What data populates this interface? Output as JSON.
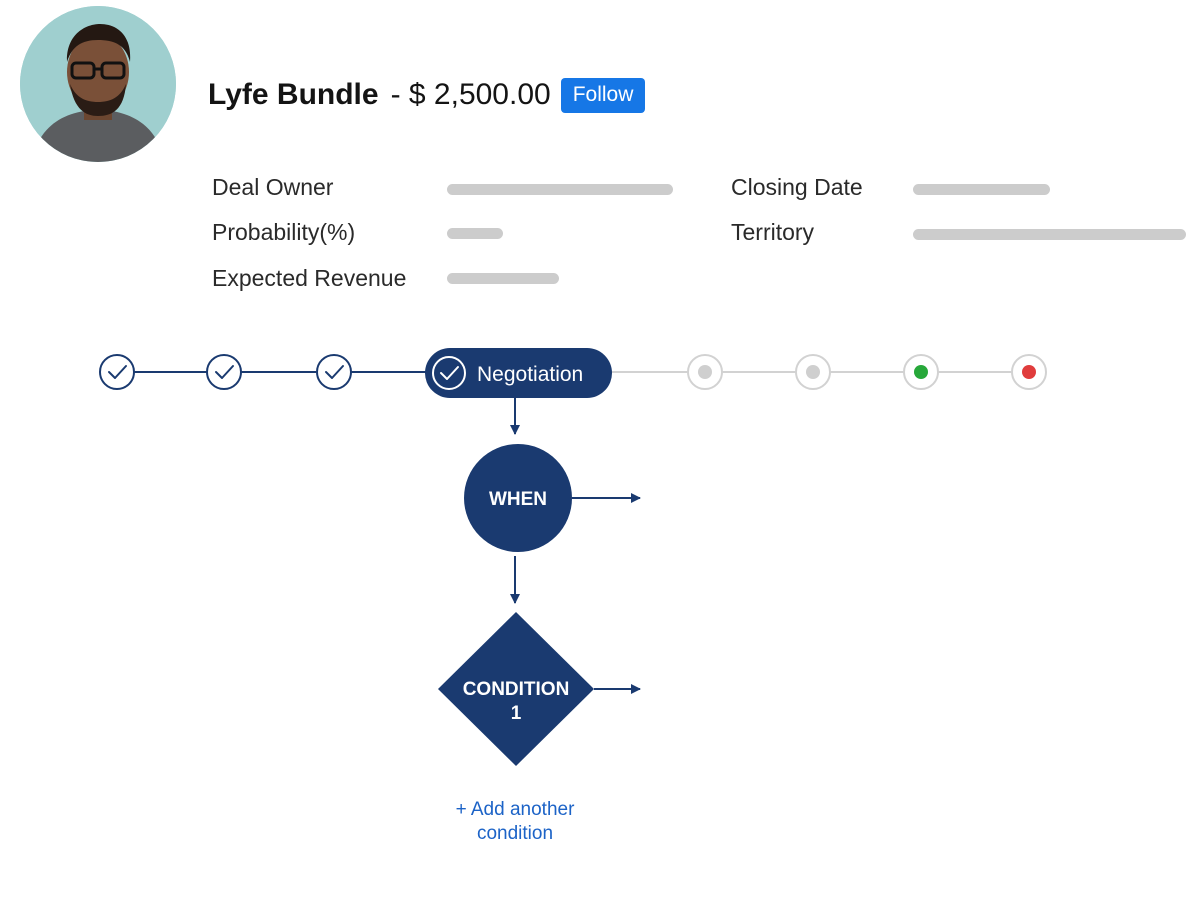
{
  "deal": {
    "name": "Lyfe Bundle",
    "amount": "- $ 2,500.00",
    "follow_label": "Follow"
  },
  "fields": {
    "deal_owner": "Deal Owner",
    "probability": "Probability(%)",
    "expected_revenue": "Expected Revenue",
    "closing_date": "Closing Date",
    "territory": "Territory"
  },
  "pipeline": {
    "current_stage": "Negotiation",
    "completed_count": 3,
    "pending_count": 2,
    "won_color": "#27a83a",
    "lost_color": "#e03c3c",
    "accent_color": "#1a3a70"
  },
  "flow": {
    "when_label": "WHEN",
    "condition_label_line1": "CONDITION",
    "condition_label_line2": "1",
    "add_condition_line1": "+ Add another",
    "add_condition_line2": "condition"
  }
}
